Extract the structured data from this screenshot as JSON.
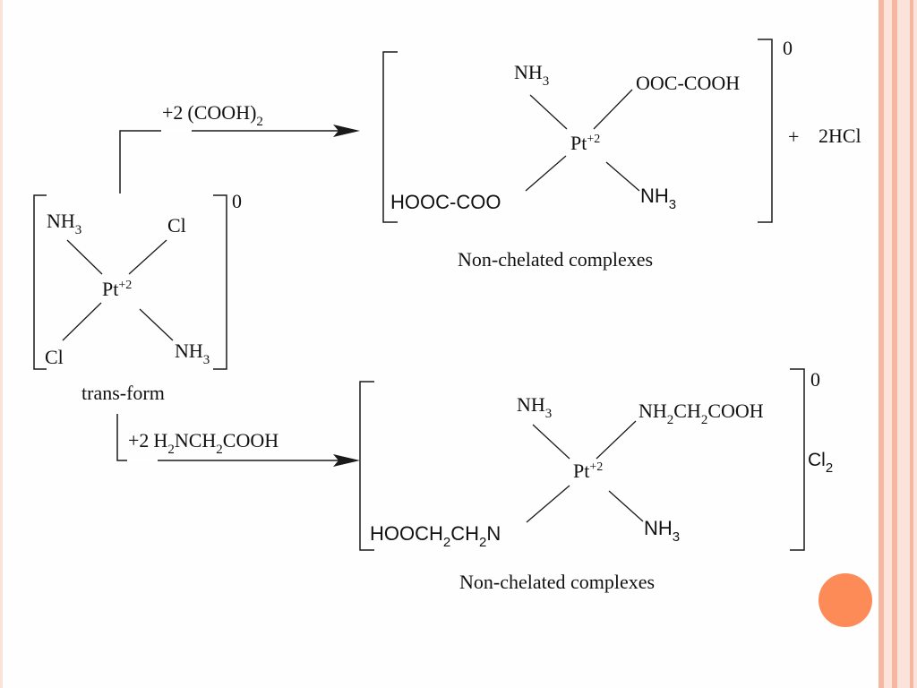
{
  "theme": {
    "frame_color": "#F3B7A2",
    "frame_light": "#FBE3DA",
    "accent_dot": "#FC8B57"
  },
  "reactant": {
    "nh3_top": {
      "main": "NH",
      "sub": "3"
    },
    "cl_top": "Cl",
    "center": {
      "main": "Pt",
      "sup": "+2"
    },
    "cl_bottom": "Cl",
    "nh3_bottom": {
      "main": "NH",
      "sub": "3"
    },
    "charge": "0",
    "caption": "trans-form"
  },
  "reaction1": {
    "reagent": {
      "coef": "+2",
      "main": "(COOH)",
      "sub": "2"
    },
    "product": {
      "nh3_top": {
        "main": "NH",
        "sub": "3"
      },
      "ligand_top_right": "OOC-COOH",
      "center": {
        "main": "Pt",
        "sup": "+2"
      },
      "ligand_bottom_left": "HOOC-COO",
      "nh3_bottom": {
        "main": "NH",
        "sub": "3"
      },
      "charge": "0"
    },
    "byproduct": {
      "plus": "+",
      "text": "2HCl"
    },
    "caption": "Non-chelated complexes"
  },
  "reaction2": {
    "reagent": {
      "coef": "+2",
      "p1": "H",
      "s1": "2",
      "p2": "NCH",
      "s2": "2",
      "p3": "COOH"
    },
    "product": {
      "nh3_top": {
        "main": "NH",
        "sub": "3"
      },
      "ligand_top_right": {
        "p1": "NH",
        "s1": "2",
        "p2": "CH",
        "s2": "2",
        "p3": "COOH"
      },
      "center": {
        "main": "Pt",
        "sup": "+2"
      },
      "ligand_bottom_left": {
        "p1": "HOOCH",
        "s1": "2",
        "p2": "CH",
        "s2": "2",
        "p3": "N"
      },
      "nh3_bottom": {
        "main": "NH",
        "sub": "3"
      },
      "charge": "0"
    },
    "counter_ion": {
      "main": "Cl",
      "sub": "2"
    },
    "caption": "Non-chelated complexes"
  }
}
